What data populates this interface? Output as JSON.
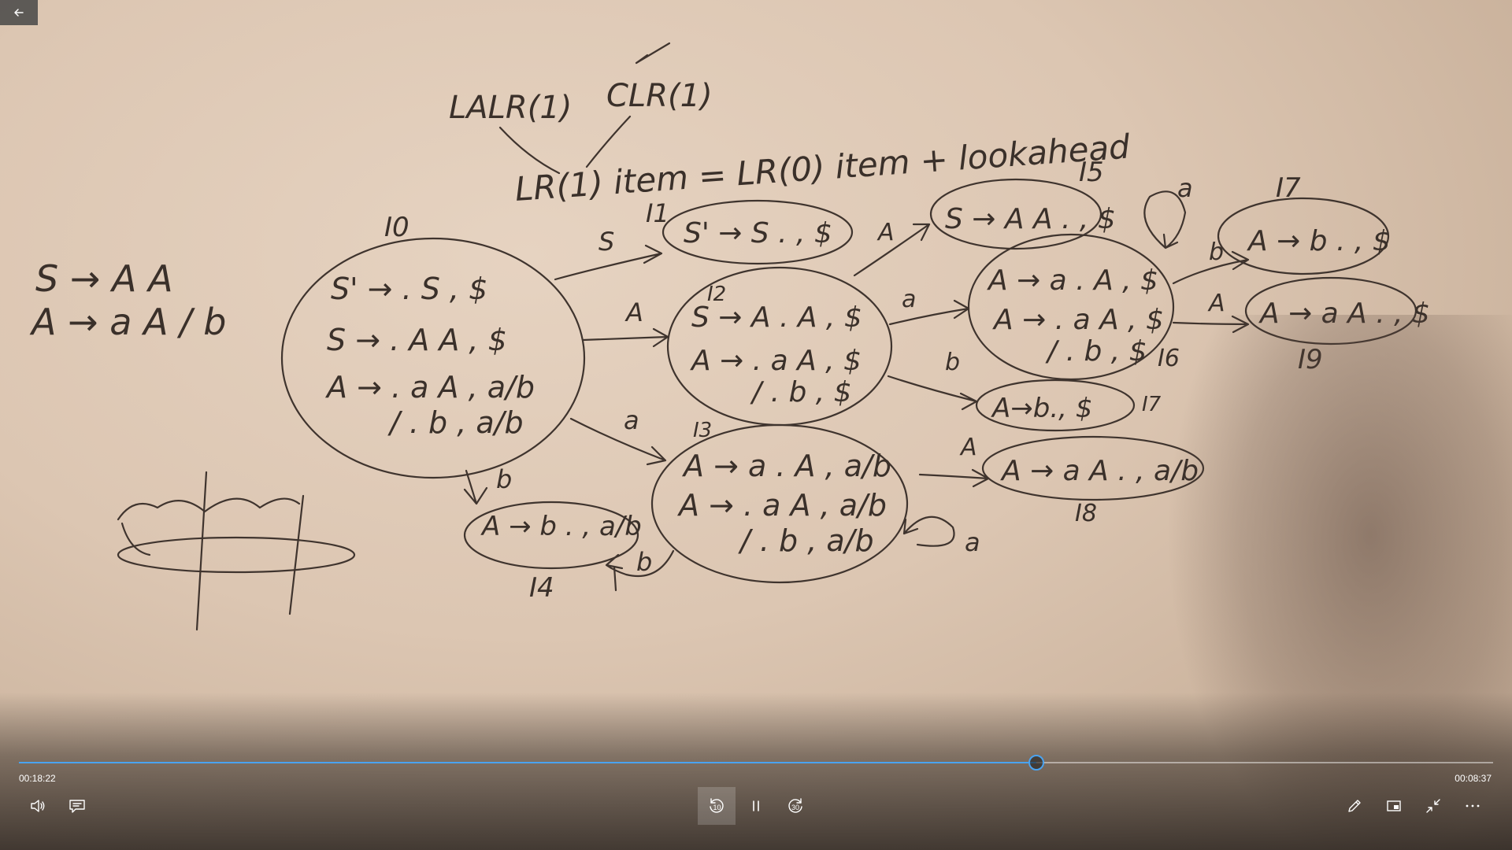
{
  "video": {
    "board": {
      "parser_types": {
        "lalr": "LALR(1)",
        "clr": "CLR(1)"
      },
      "title": "LR(1) item = LR(0) item + lookahead",
      "grammar": [
        "S → A A",
        "A → a A / b"
      ],
      "states": {
        "I0": {
          "label": "I0",
          "items": [
            "S' → . S , $",
            "S → . A A , $",
            "A → . a A , a/b",
            "/ . b , a/b"
          ]
        },
        "I1": {
          "label": "I1",
          "items": [
            "S' → S . , $"
          ]
        },
        "I2": {
          "label": "I2",
          "items": [
            "S → A . A , $",
            "A → . a A , $",
            "/ . b , $"
          ]
        },
        "I3": {
          "label": "I3",
          "items": [
            "A → a . A , a/b",
            "A → . a A , a/b",
            "/ . b , a/b"
          ]
        },
        "I4": {
          "label": "I4",
          "items": [
            "A → b . , a/b"
          ]
        },
        "I5": {
          "label": "I5",
          "items": [
            "S → A A . , $"
          ]
        },
        "I6": {
          "label": "I6",
          "items": [
            "A → a . A , $",
            "A → . a A , $",
            "/ . b , $"
          ]
        },
        "I7": {
          "label": "I7",
          "items": [
            "A → b . , $"
          ]
        },
        "I8": {
          "label": "I8",
          "items": [
            "A → a A . , a/b"
          ]
        },
        "I9": {
          "label": "I9",
          "items": [
            "A → a A . , $"
          ]
        }
      },
      "transitions": {
        "i0_i1": "S",
        "i0_i2": "A",
        "i0_i3": "a",
        "i0_i4": "b",
        "i2_i5": "A",
        "i2_i6": "a",
        "i2_i7": "b",
        "i3_i8": "A",
        "i3_self": "a",
        "i3_i4": "b",
        "i6_self": "a",
        "i6_i7": "b",
        "i6_i9": "A"
      }
    }
  },
  "player": {
    "back_icon": "arrow-left-icon",
    "progress": {
      "played_fraction": 0.69
    },
    "time_elapsed": "00:18:22",
    "time_remaining": "00:08:37",
    "controls_left": {
      "volume_icon": "volume-icon",
      "captions_icon": "captions-icon"
    },
    "controls_center": {
      "skip_back_label": "10",
      "pause_icon": "pause-icon",
      "skip_forward_label": "30"
    },
    "controls_right": {
      "draw_icon": "pen-icon",
      "mini_view_icon": "mini-view-icon",
      "exit_fullscreen_icon": "exit-fullscreen-icon",
      "more_icon": "more-icon"
    },
    "accent_color": "#4aa3f0"
  }
}
